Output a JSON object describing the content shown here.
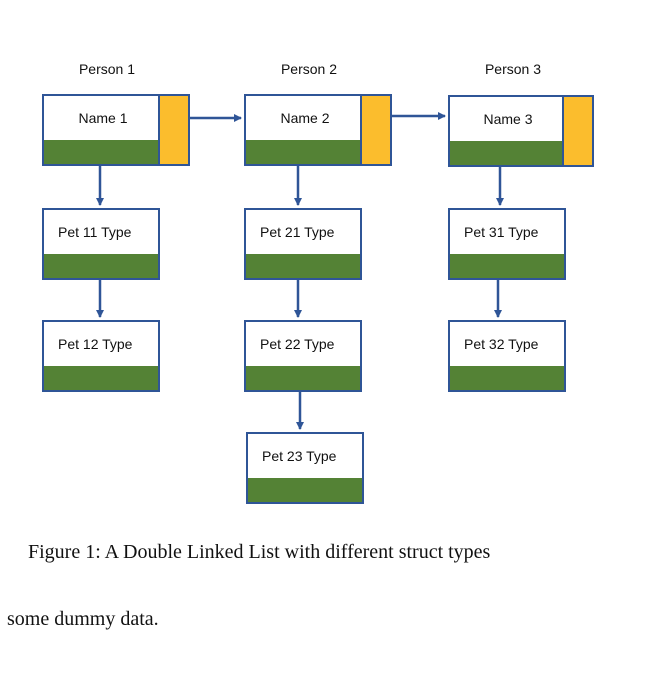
{
  "diagram": {
    "colors": {
      "border": "#2f5597",
      "data_bar": "#548235",
      "pointer_box": "#fbbd2d",
      "arrow": "#2f5597"
    },
    "columns": [
      {
        "person_label": "Person 1",
        "name_node": "Name 1",
        "pets": [
          "Pet 11 Type",
          "Pet 12 Type"
        ]
      },
      {
        "person_label": "Person 2",
        "name_node": "Name 2",
        "pets": [
          "Pet 21 Type",
          "Pet 22 Type",
          "Pet 23 Type"
        ]
      },
      {
        "person_label": "Person 3",
        "name_node": "Name 3",
        "pets": [
          "Pet 31 Type",
          "Pet 32 Type"
        ]
      }
    ]
  },
  "caption": {
    "text": "Figure 1:  A Double Linked List with different struct types"
  },
  "body": {
    "text": "some dummy data."
  }
}
